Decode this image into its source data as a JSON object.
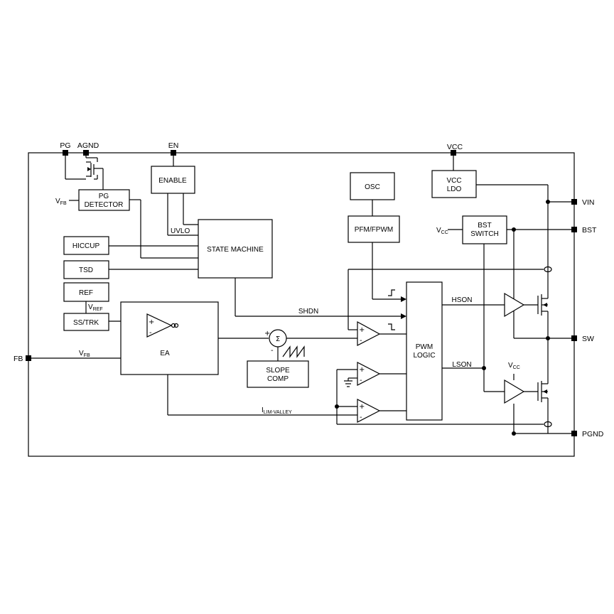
{
  "pins": {
    "pg": "PG",
    "agnd": "AGND",
    "en": "EN",
    "vcc": "VCC",
    "vin": "VIN",
    "bst": "BST",
    "sw": "SW",
    "pgnd": "PGND",
    "fb": "FB"
  },
  "blocks": {
    "enable": "ENABLE",
    "pg_detector_1": "PG",
    "pg_detector_2": "DETECTOR",
    "hiccup": "HICCUP",
    "tsd": "TSD",
    "ref": "REF",
    "ss_trk": "SS/TRK",
    "state_machine": "STATE MACHINE",
    "ea": "EA",
    "osc": "OSC",
    "pfm_fpwm": "PFM/FPWM",
    "vcc_ldo_1": "VCC",
    "vcc_ldo_2": "LDO",
    "bst_switch_1": "BST",
    "bst_switch_2": "SWITCH",
    "pwm_logic_1": "PWM",
    "pwm_logic_2": "LOGIC",
    "slope_comp_1": "SLOPE",
    "slope_comp_2": "COMP"
  },
  "signals": {
    "uvlo": "UVLO",
    "shdn": "SHDN",
    "hson": "HSON",
    "lson": "LSON",
    "v": "V",
    "fb_sub": "FB",
    "ref_sub": "REF",
    "cc_sub": "CC",
    "ilim_main": "I",
    "ilim_sub": "LIM-VALLEY"
  },
  "symbols": {
    "plus": "+",
    "minus": "-",
    "sigma": "Σ"
  }
}
